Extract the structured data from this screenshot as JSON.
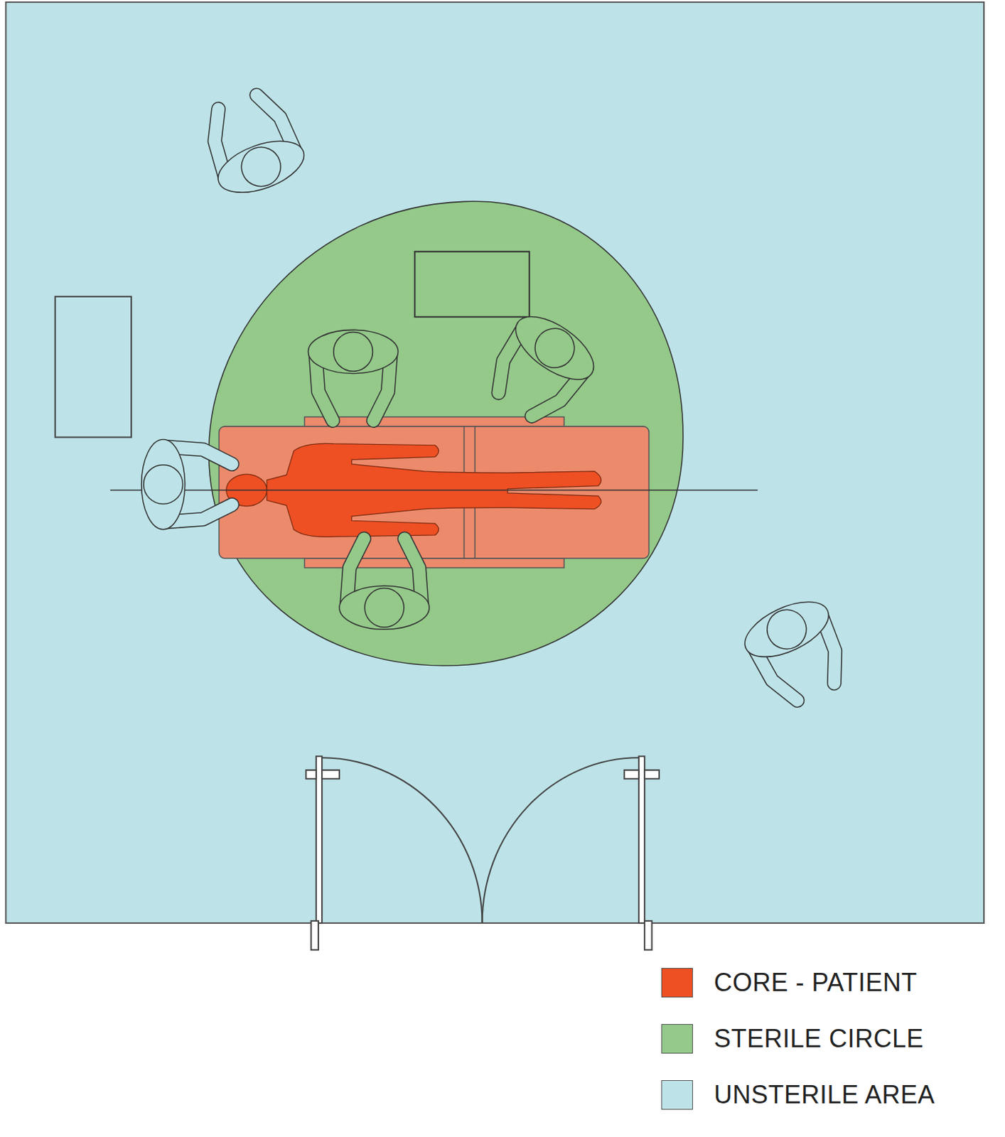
{
  "diagram": {
    "legend": [
      {
        "text": "CORE - PATIENT",
        "color": "#ee4f23"
      },
      {
        "text": "STERILE CIRCLE",
        "color": "#94c98a"
      },
      {
        "text": "UNSTERILE AREA",
        "color": "#bde3e8"
      }
    ]
  }
}
